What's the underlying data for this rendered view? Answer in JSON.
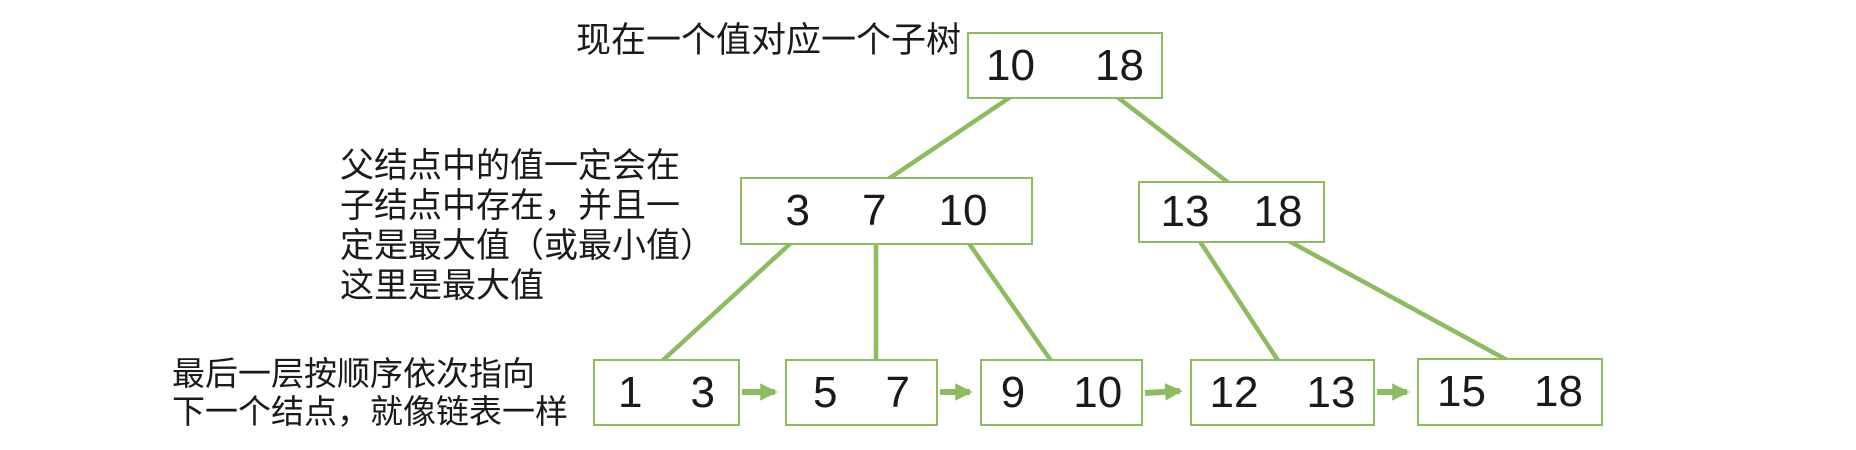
{
  "colors": {
    "stroke_green": "#8dbc60",
    "text": "#1a1a1a",
    "background": "#ffffff"
  },
  "annotations": {
    "top": "现在一个值对应一个子树",
    "left_line1": "父结点中的值一定会在",
    "left_line2": "子结点中存在，并且一",
    "left_line3": "定是最大值（或最小值）",
    "left_line4": "这里是最大值",
    "bottom_line1": "最后一层按顺序依次指向",
    "bottom_line2": "下一个结点，就像链表一样"
  },
  "tree": {
    "root": {
      "values": [
        "10",
        "18"
      ]
    },
    "internal": [
      {
        "values": [
          "3",
          "7",
          "10"
        ]
      },
      {
        "values": [
          "13",
          "18"
        ]
      }
    ],
    "leaves": [
      {
        "values": [
          "1",
          "3"
        ]
      },
      {
        "values": [
          "5",
          "7"
        ]
      },
      {
        "values": [
          "9",
          "10"
        ]
      },
      {
        "values": [
          "12",
          "13"
        ]
      },
      {
        "values": [
          "15",
          "18"
        ]
      }
    ]
  }
}
